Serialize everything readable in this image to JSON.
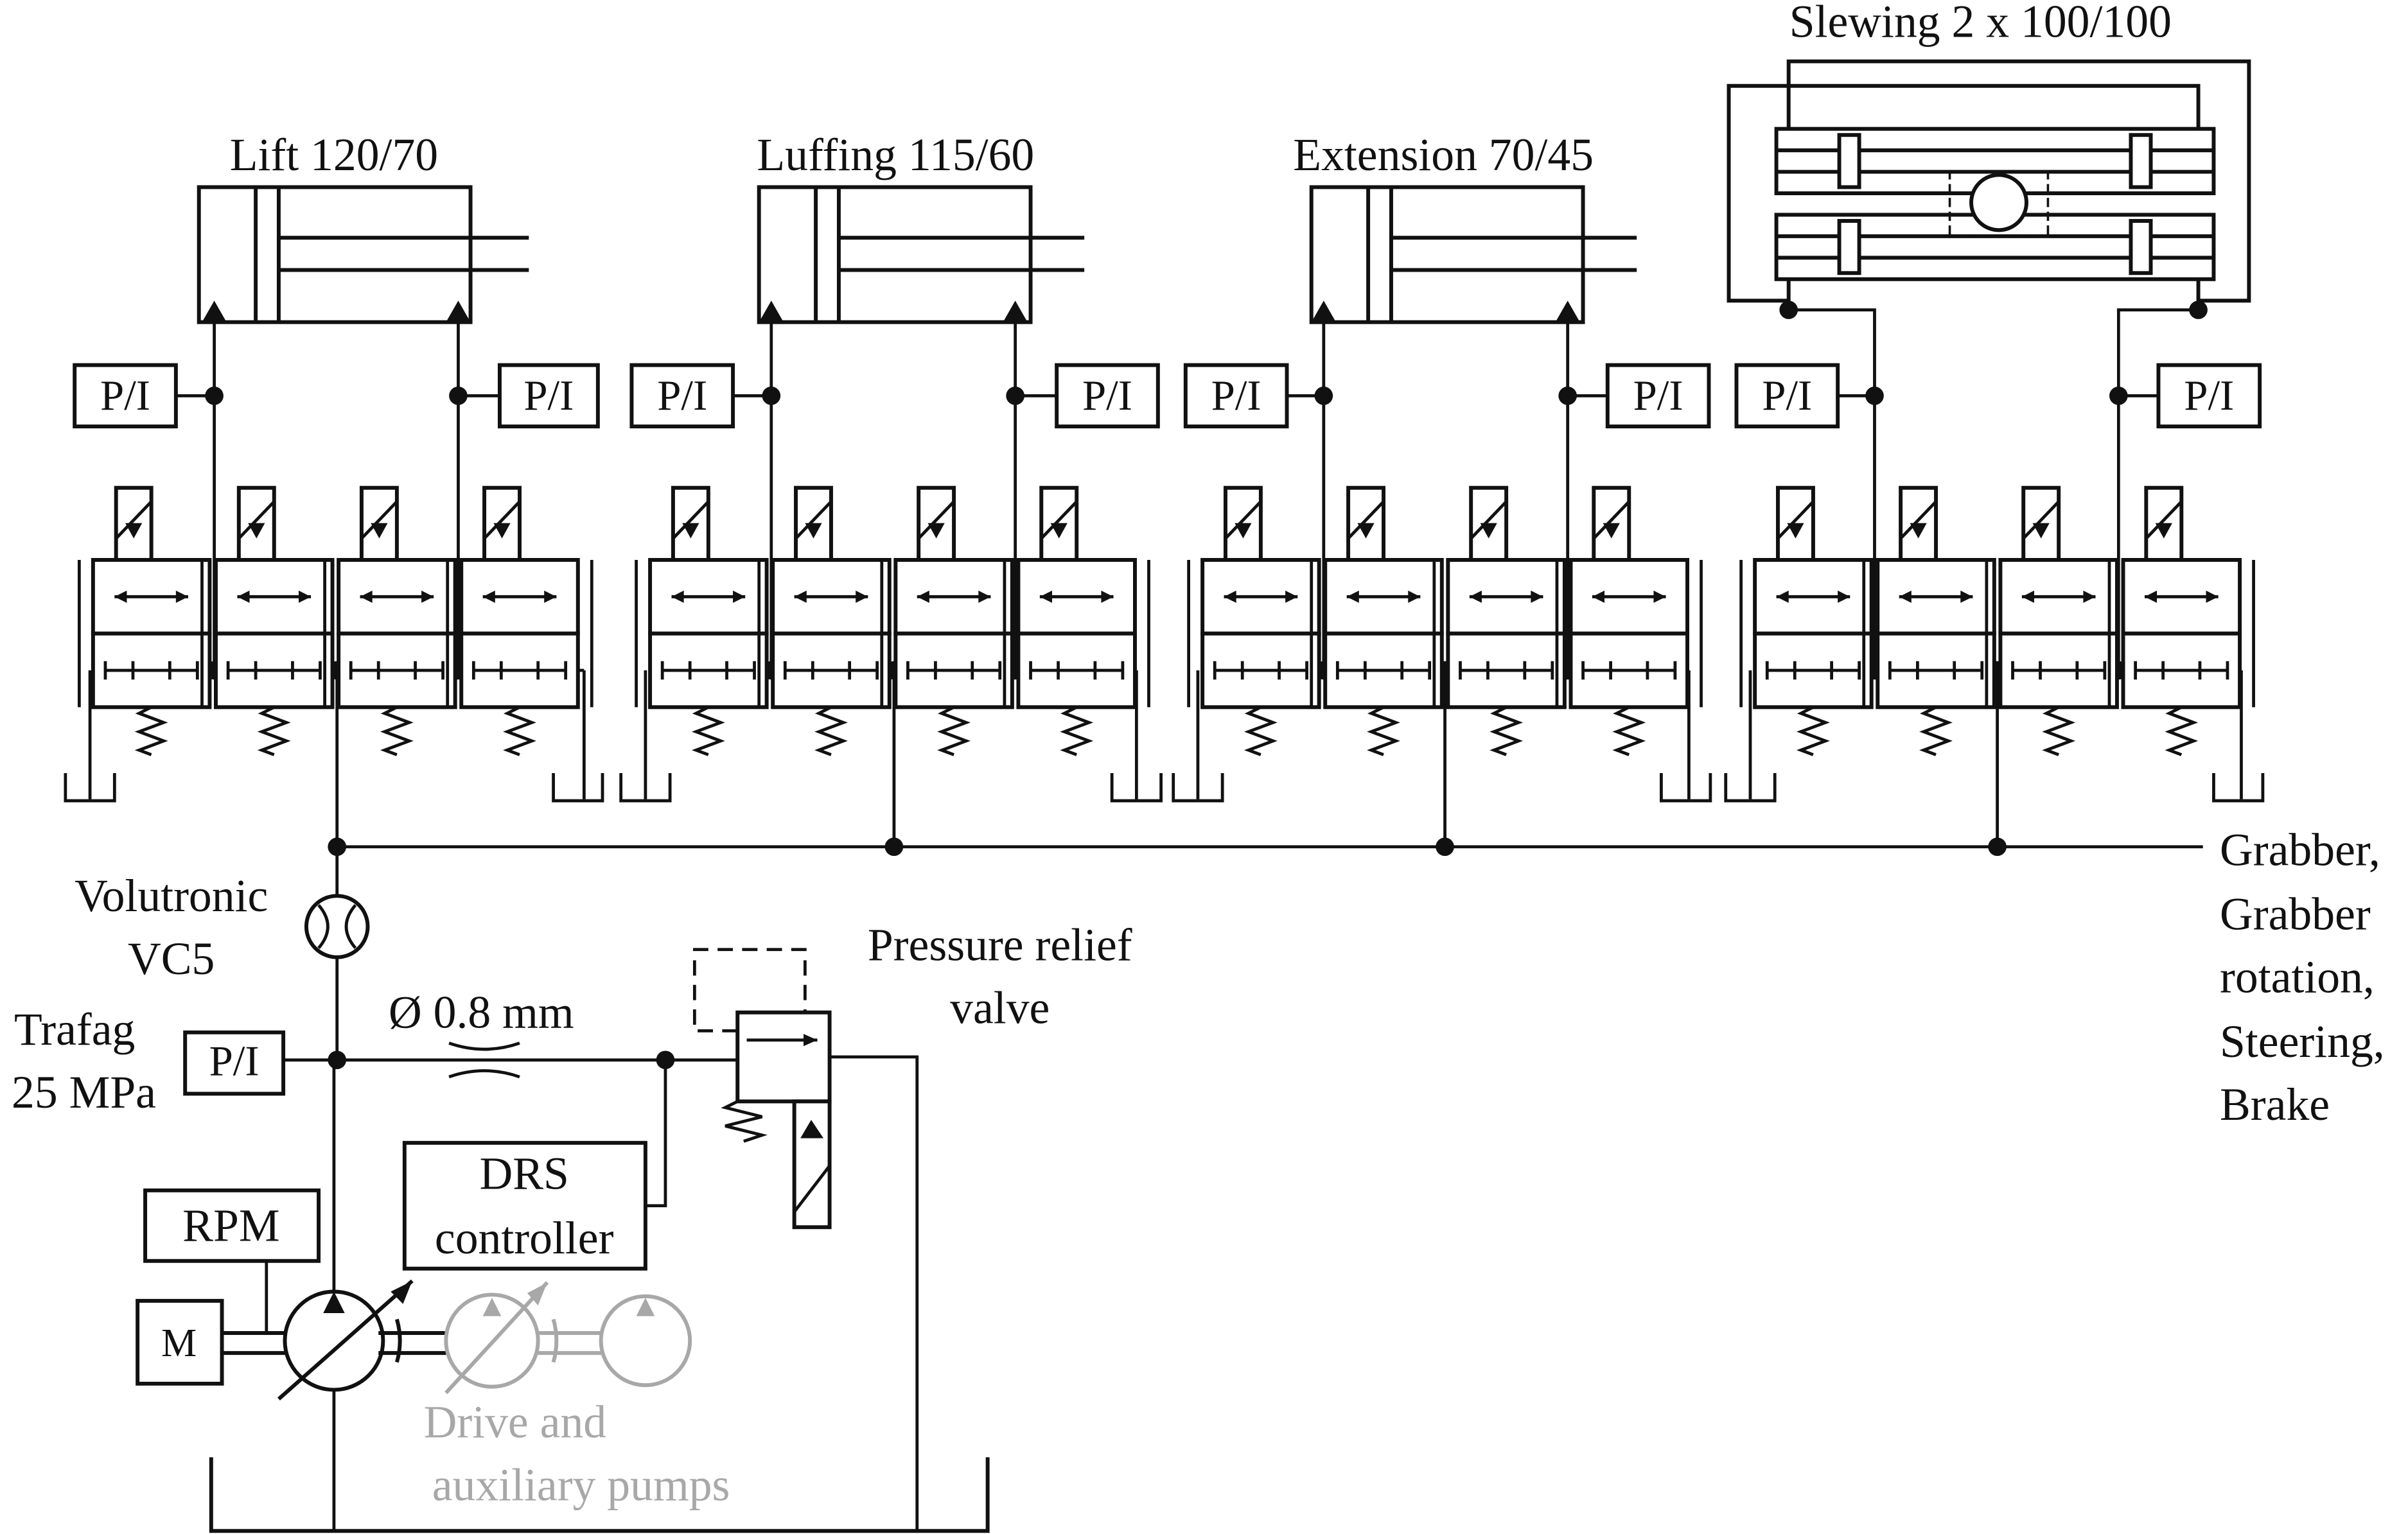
{
  "groups": [
    {
      "id": "lift",
      "label": "Lift 120/70"
    },
    {
      "id": "luffing",
      "label": "Luffing 115/60"
    },
    {
      "id": "extension",
      "label": "Extension 70/45"
    },
    {
      "id": "slewing",
      "label": "Slewing 2 x 100/100"
    }
  ],
  "transducer_label": "P/I",
  "flowmeter": {
    "line1": "Volutronic",
    "line2": "VC5"
  },
  "pressure_sensor": {
    "line1": "Trafag",
    "line2": "25 MPa"
  },
  "orifice": "Ø 0.8 mm",
  "relief_valve": {
    "line1": "Pressure relief",
    "line2": "valve"
  },
  "controller": {
    "line1": "DRS",
    "line2": "controller"
  },
  "rpm": "RPM",
  "motor": "M",
  "aux_pumps": {
    "line1": "Drive and",
    "line2": "auxiliary pumps"
  },
  "consumers": [
    "Grabber,",
    "Grabber",
    "rotation,",
    "Steering,",
    "Brake"
  ],
  "colors": {
    "line": "#111111",
    "inactive": "#a8a8a8"
  }
}
